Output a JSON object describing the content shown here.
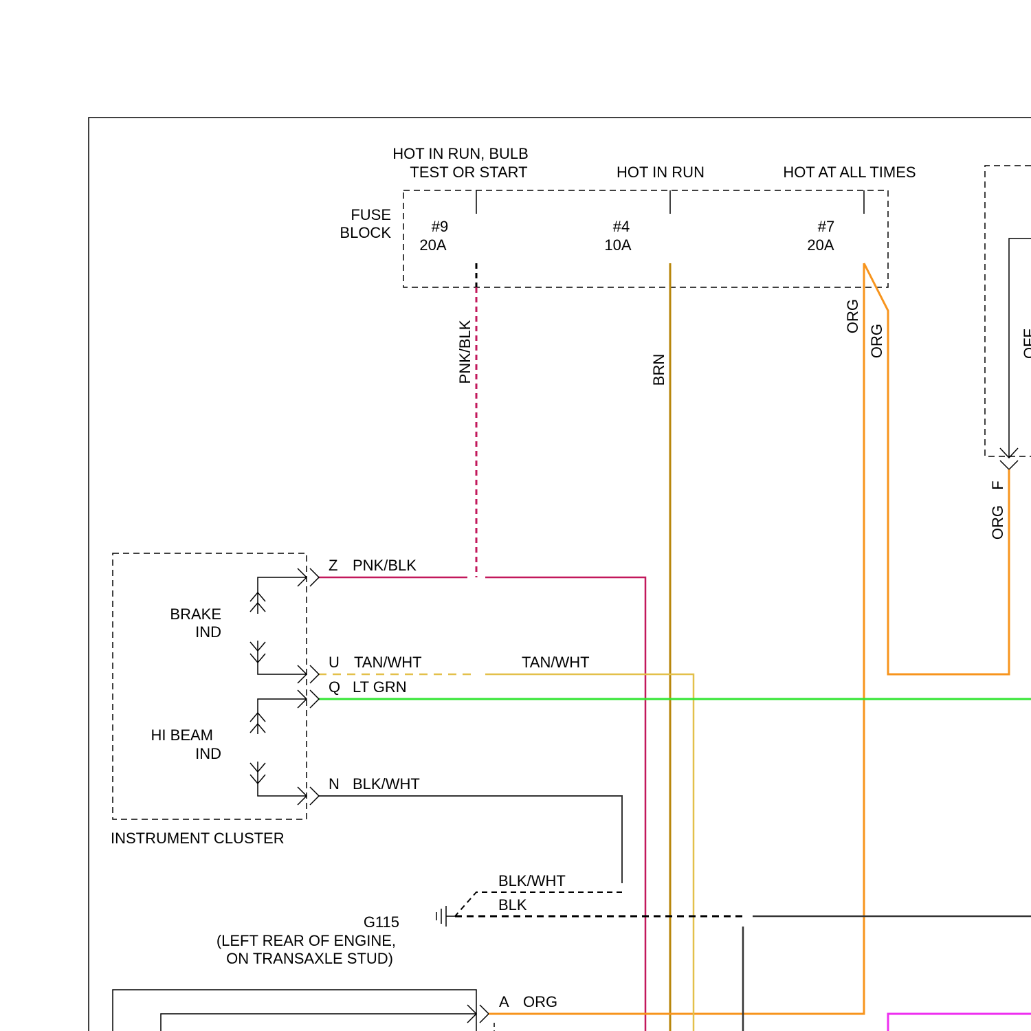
{
  "fuse_block": {
    "label_line1": "FUSE",
    "label_line2": "BLOCK",
    "circuits": [
      {
        "heading_line1": "HOT IN RUN, BULB",
        "heading_line2": "TEST OR START",
        "number": "#9",
        "rating": "20A"
      },
      {
        "heading_line1": "",
        "heading_line2": "HOT IN RUN",
        "number": "#4",
        "rating": "10A"
      },
      {
        "heading_line1": "",
        "heading_line2": "HOT AT ALL TIMES",
        "number": "#7",
        "rating": "20A"
      }
    ]
  },
  "instrument_cluster": {
    "label": "INSTRUMENT CLUSTER",
    "brake_ind_line1": "BRAKE",
    "brake_ind_line2": "IND",
    "hi_beam_ind_line1": "HI BEAM",
    "hi_beam_ind_line2": "IND",
    "pins": [
      {
        "pin": "Z",
        "wire": "PNK/BLK"
      },
      {
        "pin": "U",
        "wire": "TAN/WHT"
      },
      {
        "pin": "Q",
        "wire": "LT GRN"
      },
      {
        "pin": "N",
        "wire": "BLK/WHT"
      }
    ]
  },
  "wire_labels": {
    "fuse9_wire": "PNK/BLK",
    "fuse4_wire": "BRN",
    "fuse7_wire_a": "ORG",
    "fuse7_wire_b": "ORG",
    "tan_wht_continued": "TAN/WHT",
    "right_connector_wire": "ORG",
    "right_connector_pin": "F",
    "ground_wire_1": "BLK/WHT",
    "ground_wire_2": "BLK",
    "bottom_pin": "A",
    "bottom_wire": "ORG"
  },
  "ground": {
    "id": "G115",
    "location_line1": "(LEFT REAR OF ENGINE,",
    "location_line2": "ON TRANSAXLE STUD)"
  },
  "colors": {
    "pnk_blk": "#c2185b",
    "brn": "#b8860b",
    "org": "#f7941d",
    "tan_wht": "#e3c04a",
    "lt_grn": "#33e633",
    "blk": "#333333",
    "magenta": "#ee2ff0"
  }
}
